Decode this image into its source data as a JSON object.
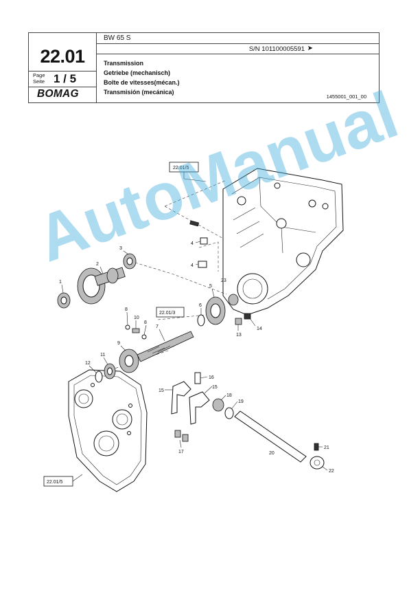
{
  "header": {
    "model": "BW 65 S",
    "serial": "S/N 101100005591",
    "arrow": "➤",
    "section": "22.01",
    "page_label_1": "Page",
    "page_label_2": "Seite",
    "page_value": "1 / 5",
    "logo": "BOMAG",
    "titles": [
      "Transmission",
      "Getriebe (mechanisch)",
      "Boîte de vitesses(mécan.)",
      "Transmisión (mecánica)"
    ],
    "doc_id": "1455001_001_00"
  },
  "drawing": {
    "refs": {
      "top": "22.01/5",
      "middle": "22.01/3",
      "bottom": "22.01/5"
    },
    "callouts": [
      "1",
      "2",
      "3",
      "4",
      "4",
      "5",
      "6",
      "7",
      "8",
      "8",
      "9",
      "10",
      "11",
      "12",
      "13",
      "14",
      "15",
      "15",
      "16",
      "17",
      "18",
      "19",
      "20",
      "21",
      "22",
      "23"
    ]
  },
  "watermark": "AutoManual",
  "colors": {
    "watermark": "#3caadc",
    "line": "#111111"
  }
}
